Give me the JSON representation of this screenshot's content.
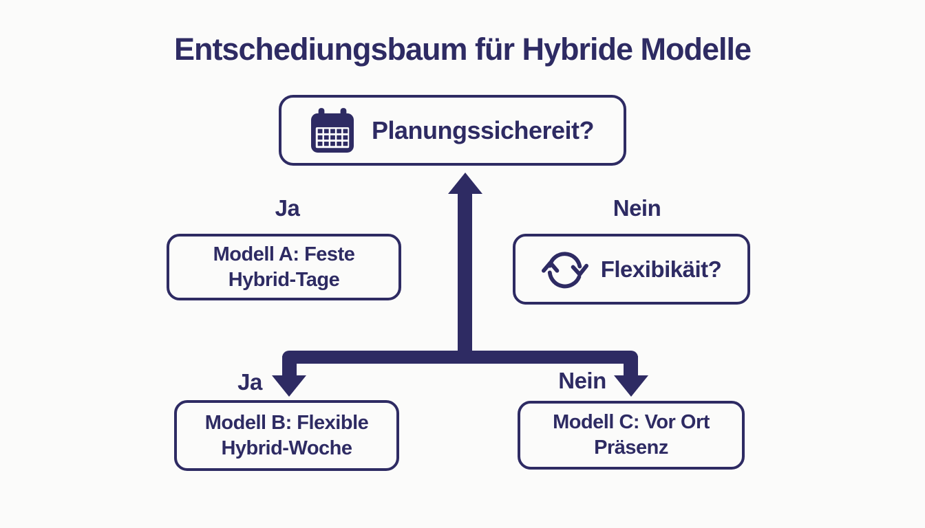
{
  "colors": {
    "navy": "#2e2b63",
    "background": "#fbfbfa"
  },
  "title": "Entschediungsbaum für Hybride Modelle",
  "tree": {
    "root": {
      "icon": "calendar-icon",
      "label": "Planungssichereit?"
    },
    "branch_top_left": {
      "label": "Ja"
    },
    "branch_top_right": {
      "label": "Nein"
    },
    "node_a": {
      "line1": "Modell A: Feste",
      "line2": "Hybrid-Tage"
    },
    "node_flex": {
      "icon": "sync-icon",
      "label": "Flexibikäit?"
    },
    "branch_bottom_left": {
      "label": "Ja"
    },
    "branch_bottom_right": {
      "label": "Nein"
    },
    "node_b": {
      "line1": "Modell B: Flexible",
      "line2": "Hybrid-Woche"
    },
    "node_c": {
      "line1": "Modell C: Vor Ort",
      "line2": "Präsenz"
    }
  }
}
